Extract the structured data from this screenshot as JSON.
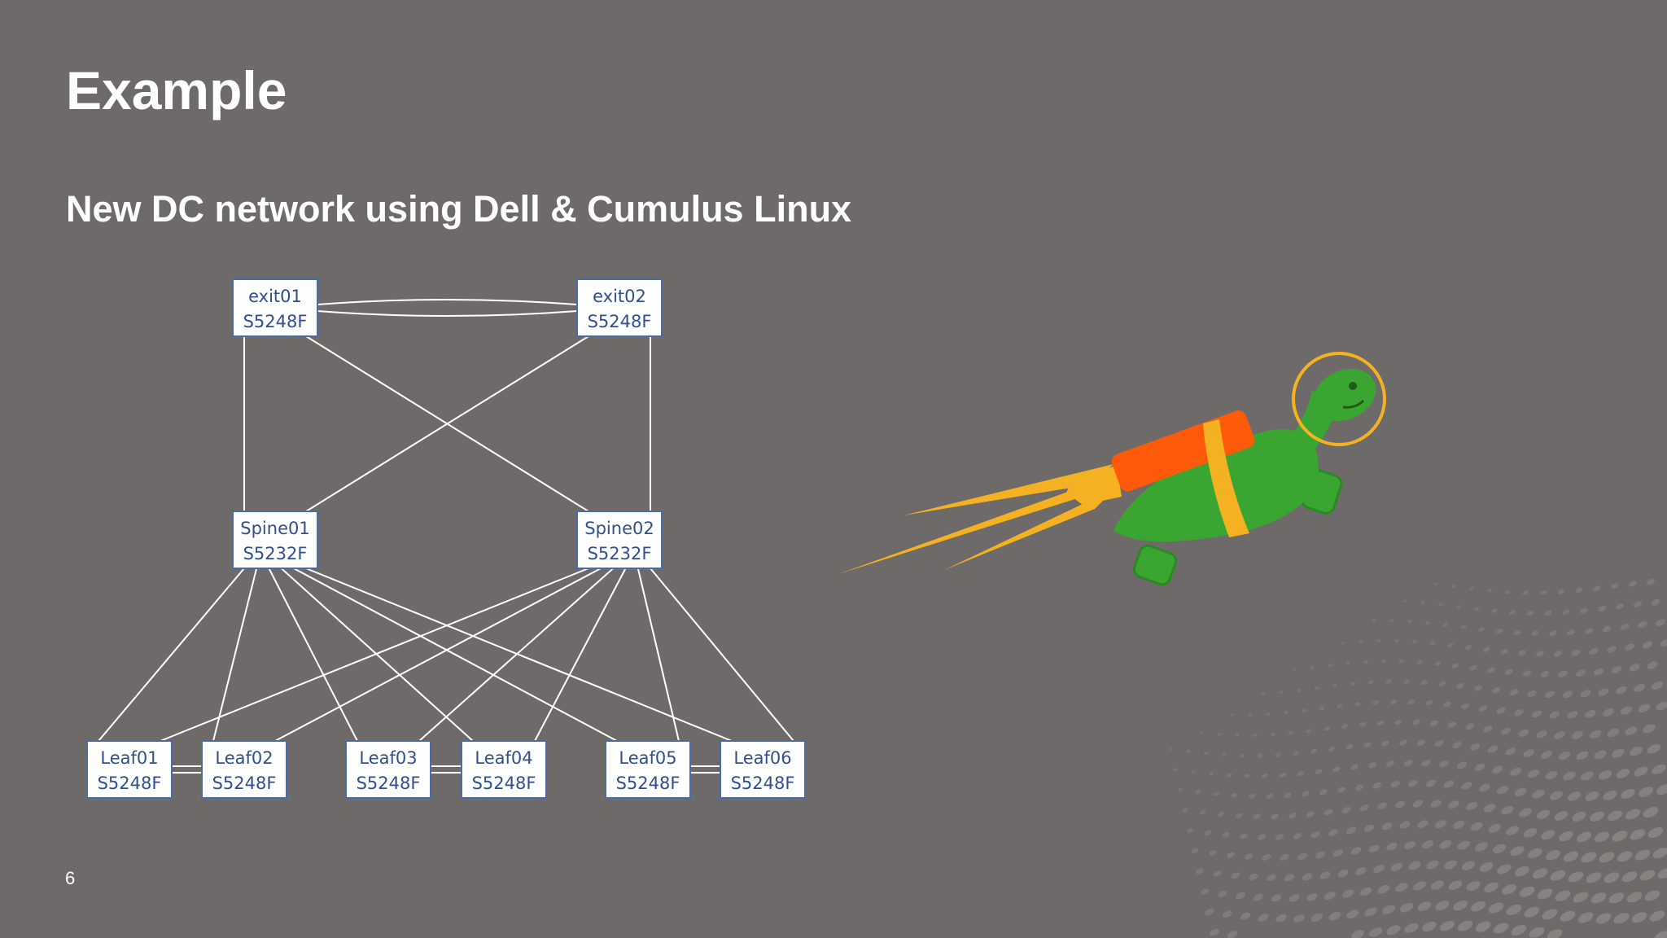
{
  "slide": {
    "title": "Example",
    "subtitle": "New DC network using Dell & Cumulus Linux",
    "page_number": "6"
  },
  "colors": {
    "background": "#6e6a69",
    "node_fill": "#ffffff",
    "node_border": "#4a6aa8",
    "node_text": "#2f4f8f",
    "link": "#ffffff",
    "turtle_body": "#3aa530",
    "jetpack": "#ff5a0a",
    "flame": "#f4b121",
    "halo": "#f4b121"
  },
  "diagram": {
    "nodes": [
      {
        "id": "exit01",
        "name": "exit01",
        "model": "S5248F"
      },
      {
        "id": "exit02",
        "name": "exit02",
        "model": "S5248F"
      },
      {
        "id": "spine01",
        "name": "Spine01",
        "model": "S5232F"
      },
      {
        "id": "spine02",
        "name": "Spine02",
        "model": "S5232F"
      },
      {
        "id": "leaf01",
        "name": "Leaf01",
        "model": "S5248F"
      },
      {
        "id": "leaf02",
        "name": "Leaf02",
        "model": "S5248F"
      },
      {
        "id": "leaf03",
        "name": "Leaf03",
        "model": "S5248F"
      },
      {
        "id": "leaf04",
        "name": "Leaf04",
        "model": "S5248F"
      },
      {
        "id": "leaf05",
        "name": "Leaf05",
        "model": "S5248F"
      },
      {
        "id": "leaf06",
        "name": "Leaf06",
        "model": "S5248F"
      }
    ],
    "links": [
      {
        "from": "exit01",
        "to": "exit02",
        "kind": "double-arc"
      },
      {
        "from": "exit01",
        "to": "spine01"
      },
      {
        "from": "exit01",
        "to": "spine02"
      },
      {
        "from": "exit02",
        "to": "spine01"
      },
      {
        "from": "exit02",
        "to": "spine02"
      },
      {
        "from": "spine01",
        "to": "leaf01"
      },
      {
        "from": "spine01",
        "to": "leaf02"
      },
      {
        "from": "spine01",
        "to": "leaf03"
      },
      {
        "from": "spine01",
        "to": "leaf04"
      },
      {
        "from": "spine01",
        "to": "leaf05"
      },
      {
        "from": "spine01",
        "to": "leaf06"
      },
      {
        "from": "spine02",
        "to": "leaf01"
      },
      {
        "from": "spine02",
        "to": "leaf02"
      },
      {
        "from": "spine02",
        "to": "leaf03"
      },
      {
        "from": "spine02",
        "to": "leaf04"
      },
      {
        "from": "spine02",
        "to": "leaf05"
      },
      {
        "from": "spine02",
        "to": "leaf06"
      },
      {
        "from": "leaf01",
        "to": "leaf02",
        "kind": "double"
      },
      {
        "from": "leaf03",
        "to": "leaf04",
        "kind": "double"
      },
      {
        "from": "leaf05",
        "to": "leaf06",
        "kind": "double"
      }
    ]
  },
  "illustration": {
    "icon": "rocket-turtle-icon"
  }
}
